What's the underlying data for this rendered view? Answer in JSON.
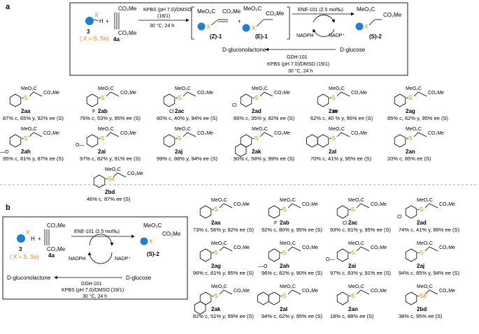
{
  "panel_a": {
    "label": "a",
    "reaction": {
      "reagent_label": "3",
      "reagent_note_prefix": "( X = S, Se)",
      "alkyne_label": "4a",
      "step1_top": "KPBS (pH 7.0)/DMSO",
      "step1_mid": "(18/1)",
      "step1_bot": "30 °C, 24 h",
      "z_isomer": "(Z)-1",
      "e_isomer": "(E)-1",
      "ene": "ENE-101 (2.5 mol‰)",
      "nadph": "NADPH",
      "nadp": "NADP⁺",
      "gluconolactone": "D-gluconolactone",
      "glucose": "D-glucose",
      "gdh": "GDH-101",
      "buffer": "KPBS (pH 7.0)/DMSO (19/1)",
      "conditions": "30 °C, 24 h",
      "product": "(S)-2",
      "co2me": "CO₂Me",
      "meo2c": "MeO₂C",
      "plus": "+"
    },
    "compounds": [
      {
        "id": "2aa",
        "result": "87% c, 65% y, 92% ee (S)"
      },
      {
        "id": "2ab",
        "result": "76% c, 53% y, 95% ee (S)"
      },
      {
        "id": "2ac",
        "result": "60% c, 40% y, 94% ee (S)"
      },
      {
        "id": "2ad",
        "result": "66% c, 35% y, 82% ee (S)"
      },
      {
        "id": "2ae",
        "result": "62% c, 40 % y, 96% ee (S)"
      },
      {
        "id": "2ag",
        "result": "85% c, 62% y, 95% ee (S)"
      },
      {
        "id": "2ah",
        "result": "95% c, 81% y, 87% ee (S)"
      },
      {
        "id": "2ai",
        "result": "97% c, 82% y, 91% ee (S)"
      },
      {
        "id": "2aj",
        "result": "99% c, 88% y, 94% ee (S)"
      },
      {
        "id": "2ak",
        "result": "90% c, 58% y, 99% ee (S)"
      },
      {
        "id": "2al",
        "result": "70% c, 41% y, 95% ee (S)"
      },
      {
        "id": "2an",
        "result": "20% c, 85% ee (S)"
      },
      {
        "id": "2bd",
        "result": "46% c, 87% ee (S)"
      }
    ]
  },
  "panel_b": {
    "label": "b",
    "reaction": {
      "reagent_label": "3",
      "reagent_note": "( X = S, Se)",
      "alkyne_label": "4a",
      "ene": "ENE-101 (2.5 mol‰)",
      "nadph": "NADPH",
      "nadp": "NADP⁺",
      "gluconolactone": "D-gluconolactone",
      "glucose": "D-glucose",
      "gdh": "GDH-101",
      "buffer": "KPBS (pH 7.0)/DMSO (19/1)",
      "conditions": "30 °C, 24 h",
      "product": "(S)-2"
    },
    "compounds": [
      {
        "id": "2aa",
        "result": "73% c, 56% y, 92% ee (S)"
      },
      {
        "id": "2ab",
        "result": "92% c, 80% y, 95% ee (S)"
      },
      {
        "id": "2ac",
        "result": "93% c, 81% y, 95% ee (S)"
      },
      {
        "id": "2ad",
        "result": "74% c, 41% y, 86% ee (S)"
      },
      {
        "id": "2ag",
        "result": "96% c, 81% y, 95% ee (S)"
      },
      {
        "id": "2ah",
        "result": "96% c, 82% y, 90% ee (S)"
      },
      {
        "id": "2ai",
        "result": "97% c, 83% y, 91% ee (S)"
      },
      {
        "id": "2aj",
        "result": "94% c, 85% y, 94% ee (S)"
      },
      {
        "id": "2ak",
        "result": "82% c, 51% y, 99% ee (S)"
      },
      {
        "id": "2al",
        "result": "94% c, 62% y, 95% ee (S)"
      },
      {
        "id": "2an",
        "result": "18% c, 88% ee (S)"
      },
      {
        "id": "2bd",
        "result": "38% c, 95% ee (S)"
      }
    ]
  },
  "colors": {
    "hetero": "#e8850c",
    "blue_dot": "#1e7fd6",
    "line": "#000000",
    "divider": "#888888"
  },
  "substituents": {
    "F": "F",
    "Cl": "Cl",
    "Br": "Br",
    "S": "S",
    "Se": "Se",
    "X": "X",
    "H": "H"
  }
}
